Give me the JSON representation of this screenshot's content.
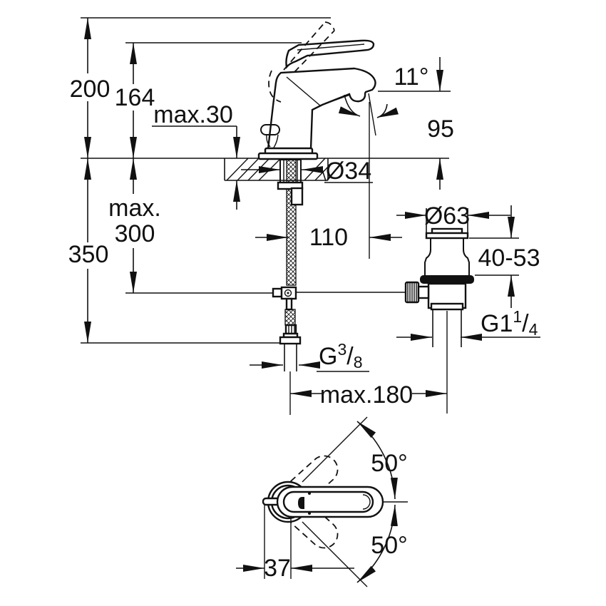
{
  "drawing": {
    "subject": "Single-lever basin mixer with pop-up waste - dimensional drawing, side view and top view",
    "line_color": "#111111",
    "background": "#ffffff"
  },
  "dims": {
    "overall_height": "200",
    "lever_height": "164",
    "deck_thickness": "max.30",
    "spout_angle": "11°",
    "spout_height": "95",
    "shank_diameter": "Ø34",
    "hose_drop_label": "max.",
    "hose_drop_value": "300",
    "install_depth": "350",
    "spout_projection": "110",
    "waste_diameter": "Ø63",
    "basin_thickness_range": "40-53",
    "waste_thread_base": "G1",
    "waste_thread_sup": "1",
    "waste_thread_slash": "/",
    "waste_thread_sub": "4",
    "supply_thread_base": "G",
    "supply_thread_sup": "3",
    "supply_thread_slash": "/",
    "supply_thread_sub": "8",
    "waste_center_distance": "max.180",
    "swivel_up": "50°",
    "swivel_down": "50°",
    "lever_width": "37"
  }
}
